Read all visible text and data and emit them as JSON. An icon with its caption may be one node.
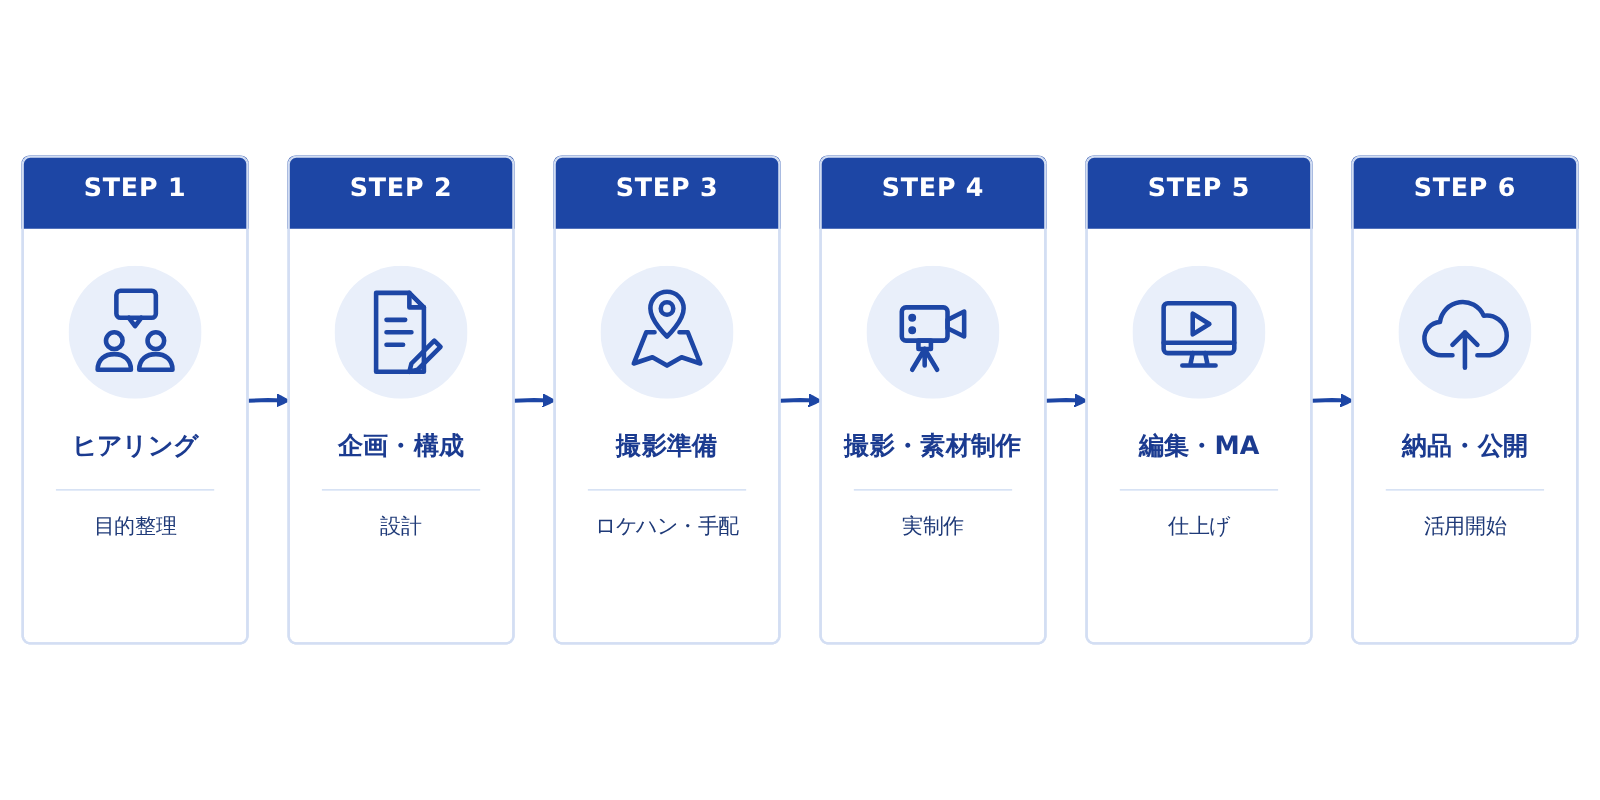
{
  "diagram": {
    "nodes": [
      {
        "text": [
          "STEP 1",
          "ヒアリング",
          "目的整理"
        ]
      },
      {
        "text": [
          "STEP 2",
          "企画・構成",
          "設計"
        ]
      },
      {
        "text": [
          "STEP 3",
          "撮影準備",
          "ロケハン・手配"
        ]
      },
      {
        "text": [
          "STEP 4",
          "撮影・素材制作",
          "実制作"
        ]
      },
      {
        "text": [
          "STEP 5",
          "編集・MA",
          "仕上げ"
        ]
      },
      {
        "text": [
          "STEP 6",
          "納品・公開",
          "活用開始"
        ]
      }
    ],
    "edges": [
      {
        "from": 0,
        "to": 1,
        "arrow": "to"
      },
      {
        "from": 1,
        "to": 2,
        "arrow": "to"
      },
      {
        "from": 2,
        "to": 3,
        "arrow": "to"
      },
      {
        "from": 3,
        "to": 4,
        "arrow": "to"
      },
      {
        "from": 4,
        "to": 5,
        "arrow": "to"
      }
    ]
  }
}
